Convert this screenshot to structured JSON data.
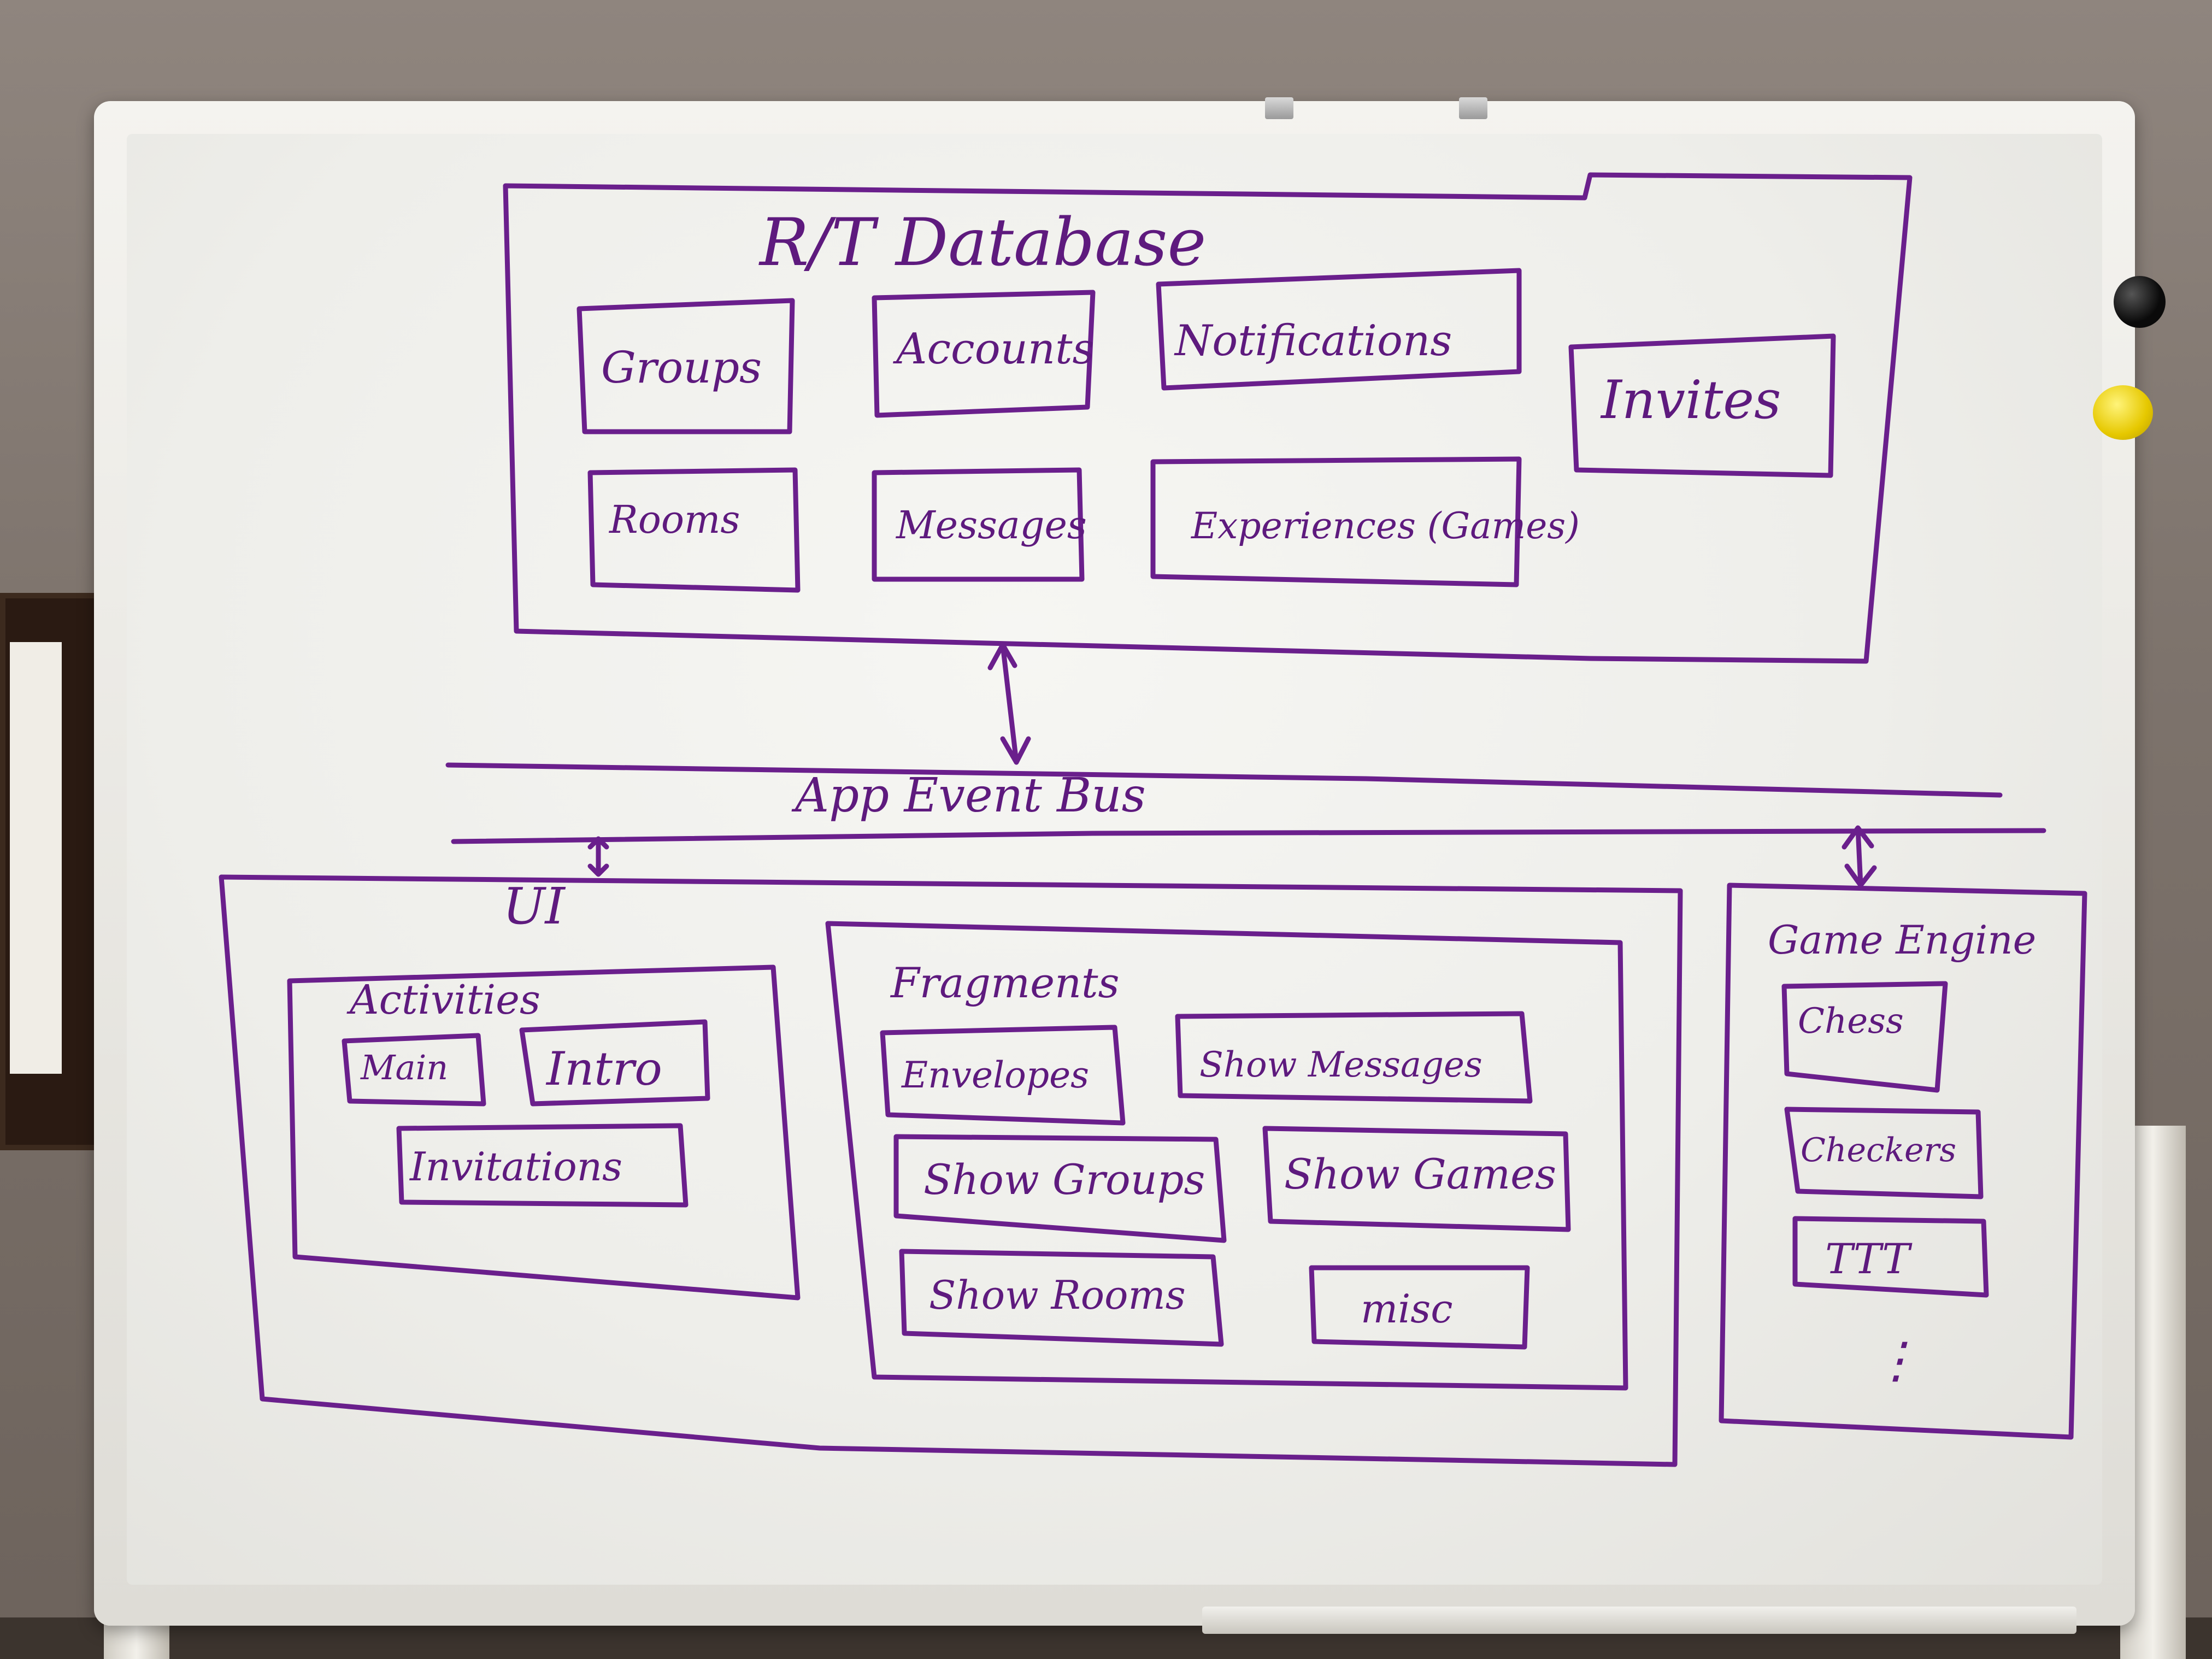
{
  "diagram": {
    "database": {
      "title": "R/T Database",
      "tables": [
        "Groups",
        "Accounts",
        "Notifications",
        "Invites",
        "Rooms",
        "Messages",
        "Experiences (Games)"
      ]
    },
    "bus": {
      "label": "App Event Bus"
    },
    "ui": {
      "title": "UI",
      "activities": {
        "title": "Activities",
        "items": [
          "Main",
          "Intro",
          "Invitations"
        ]
      },
      "fragments": {
        "title": "Fragments",
        "items": [
          "Envelopes",
          "Show Messages",
          "Show Groups",
          "Show Games",
          "Show Rooms",
          "misc"
        ]
      }
    },
    "game_engine": {
      "title": "Game Engine",
      "items": [
        "Chess",
        "Checkers",
        "TTT"
      ],
      "more": "⋮"
    }
  },
  "colors": {
    "ink": "#6a1f8c",
    "board": "#f2f2ef"
  }
}
